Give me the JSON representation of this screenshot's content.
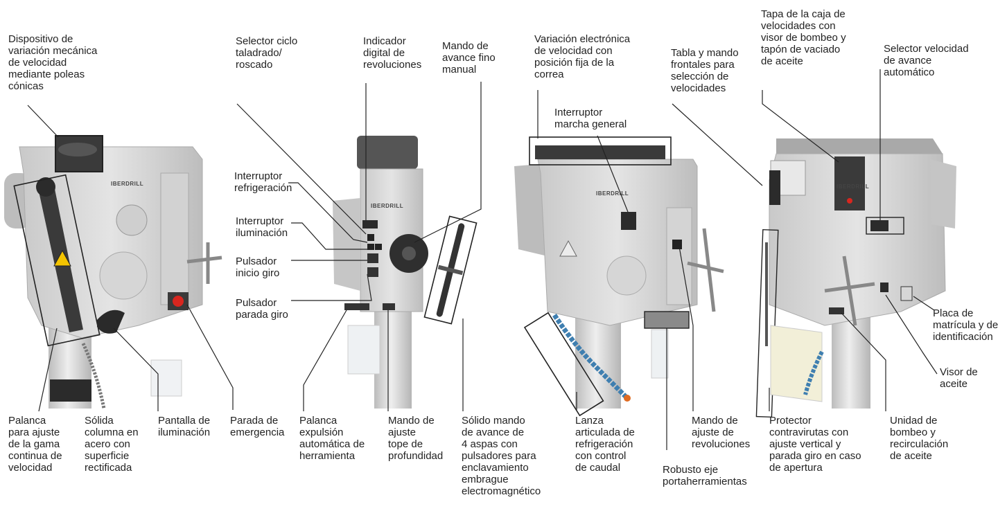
{
  "brand": {
    "name": "IBERDRILL"
  },
  "colors": {
    "machine_body": "#dcdcdc",
    "machine_shadow": "#b9b9b9",
    "leader_line": "#222222",
    "coolant_hose": "#3f7fb0",
    "coolant_nozzle": "#e06b21",
    "emergency_red": "#d8261f",
    "warning_yellow": "#f4c400",
    "text": "#222222"
  },
  "labels": {
    "variacion_mecanica": "Dispositivo de\nvariación mecánica\nde velocidad\nmediante poleas\ncónicas",
    "selector_ciclo": "Selector ciclo\ntaladrado/\nroscado",
    "indicador_digital": "Indicador\ndigital de\nrevoluciones",
    "avance_fino": "Mando de\navance fino\nmanual",
    "variacion_electronica": "Variación electrónica\nde velocidad con\nposición fija de la\ncorrea",
    "tabla_mando": "Tabla y mando\nfrontales para\nselección de\nvelocidades",
    "tapa_caja": "Tapa de la caja de\nvelocidades con\nvisor de bombeo y\ntapón de vaciado\nde aceite",
    "selector_avance_auto": "Selector velocidad\nde avance\nautomático",
    "int_marcha": "Interruptor\nmarcha general",
    "int_refrigeracion": "Interruptor\nrefrigeración",
    "int_iluminacion": "Interruptor\niluminación",
    "pulsador_inicio": "Pulsador\ninicio giro",
    "pulsador_parada": "Pulsador\nparada giro",
    "placa_matricula": "Placa de\nmatrícula y de\nidentificación",
    "visor_aceite": "Visor de\naceite",
    "palanca_gama": "Palanca\npara ajuste\nde la gama\ncontinua de\nvelocidad",
    "columna": "Sólida\ncolumna en\nacero con\nsuperficie\nrectificada",
    "pantalla_iluminacion": "Pantalla de\niluminación",
    "parada_emergencia": "Parada de\nemergencia",
    "palanca_expulsion": "Palanca\nexpulsión\nautomática de\nherramienta",
    "mando_tope": "Mando de\najuste\ntope de\nprofundidad",
    "mando_4_aspas": "Sólido mando\nde avance de\n4 aspas con\npulsadores para\nenclavamiento\nembrague\nelectromagnético",
    "lanza_refrigeracion": "Lanza\narticulada de\nrefrigeración\ncon control\nde caudal",
    "mando_revoluciones": "Mando de\najuste de\nrevoluciones",
    "eje_portaherramientas": "Robusto eje\nportaherramientas",
    "protector": "Protector\ncontravirutas con\najuste vertical y\nparada giro en caso\nde apertura",
    "unidad_bombeo": "Unidad de\nbombeo y\nrecirculación\nde aceite"
  }
}
